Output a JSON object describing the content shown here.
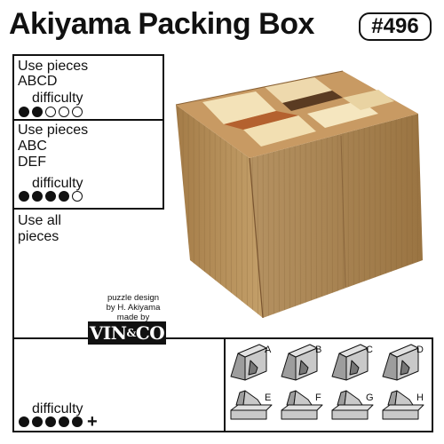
{
  "header": {
    "title": "Akiyama Packing Box",
    "badge": "#496"
  },
  "panels": [
    {
      "lines": [
        "Use pieces",
        "ABCD"
      ],
      "difficulty_label": "difficulty",
      "difficulty_level": 2,
      "difficulty_max": 5
    },
    {
      "lines": [
        "Use pieces",
        "ABC",
        "DEF"
      ],
      "difficulty_label": "difficulty",
      "difficulty_level": 4,
      "difficulty_max": 5
    },
    {
      "lines": [
        "Use all",
        "pieces"
      ]
    },
    {
      "difficulty_label": "difficulty",
      "difficulty_level": 5,
      "difficulty_max": 5,
      "difficulty_extra": "+"
    }
  ],
  "credit": {
    "line1": "puzzle design",
    "line2": "by H. Akiyama",
    "line3": "made by"
  },
  "maker_logo": {
    "main": "VIN",
    "amp": "&",
    "tail": "CO"
  },
  "pieces": [
    "A",
    "B",
    "C",
    "D",
    "E",
    "F",
    "G",
    "H"
  ],
  "colors": {
    "cube_top": "#e2e2e2",
    "cube_front": "#c9c9c9",
    "cube_side": "#9d9d9d",
    "wood": "#b58a4e",
    "outline": "#111111"
  }
}
